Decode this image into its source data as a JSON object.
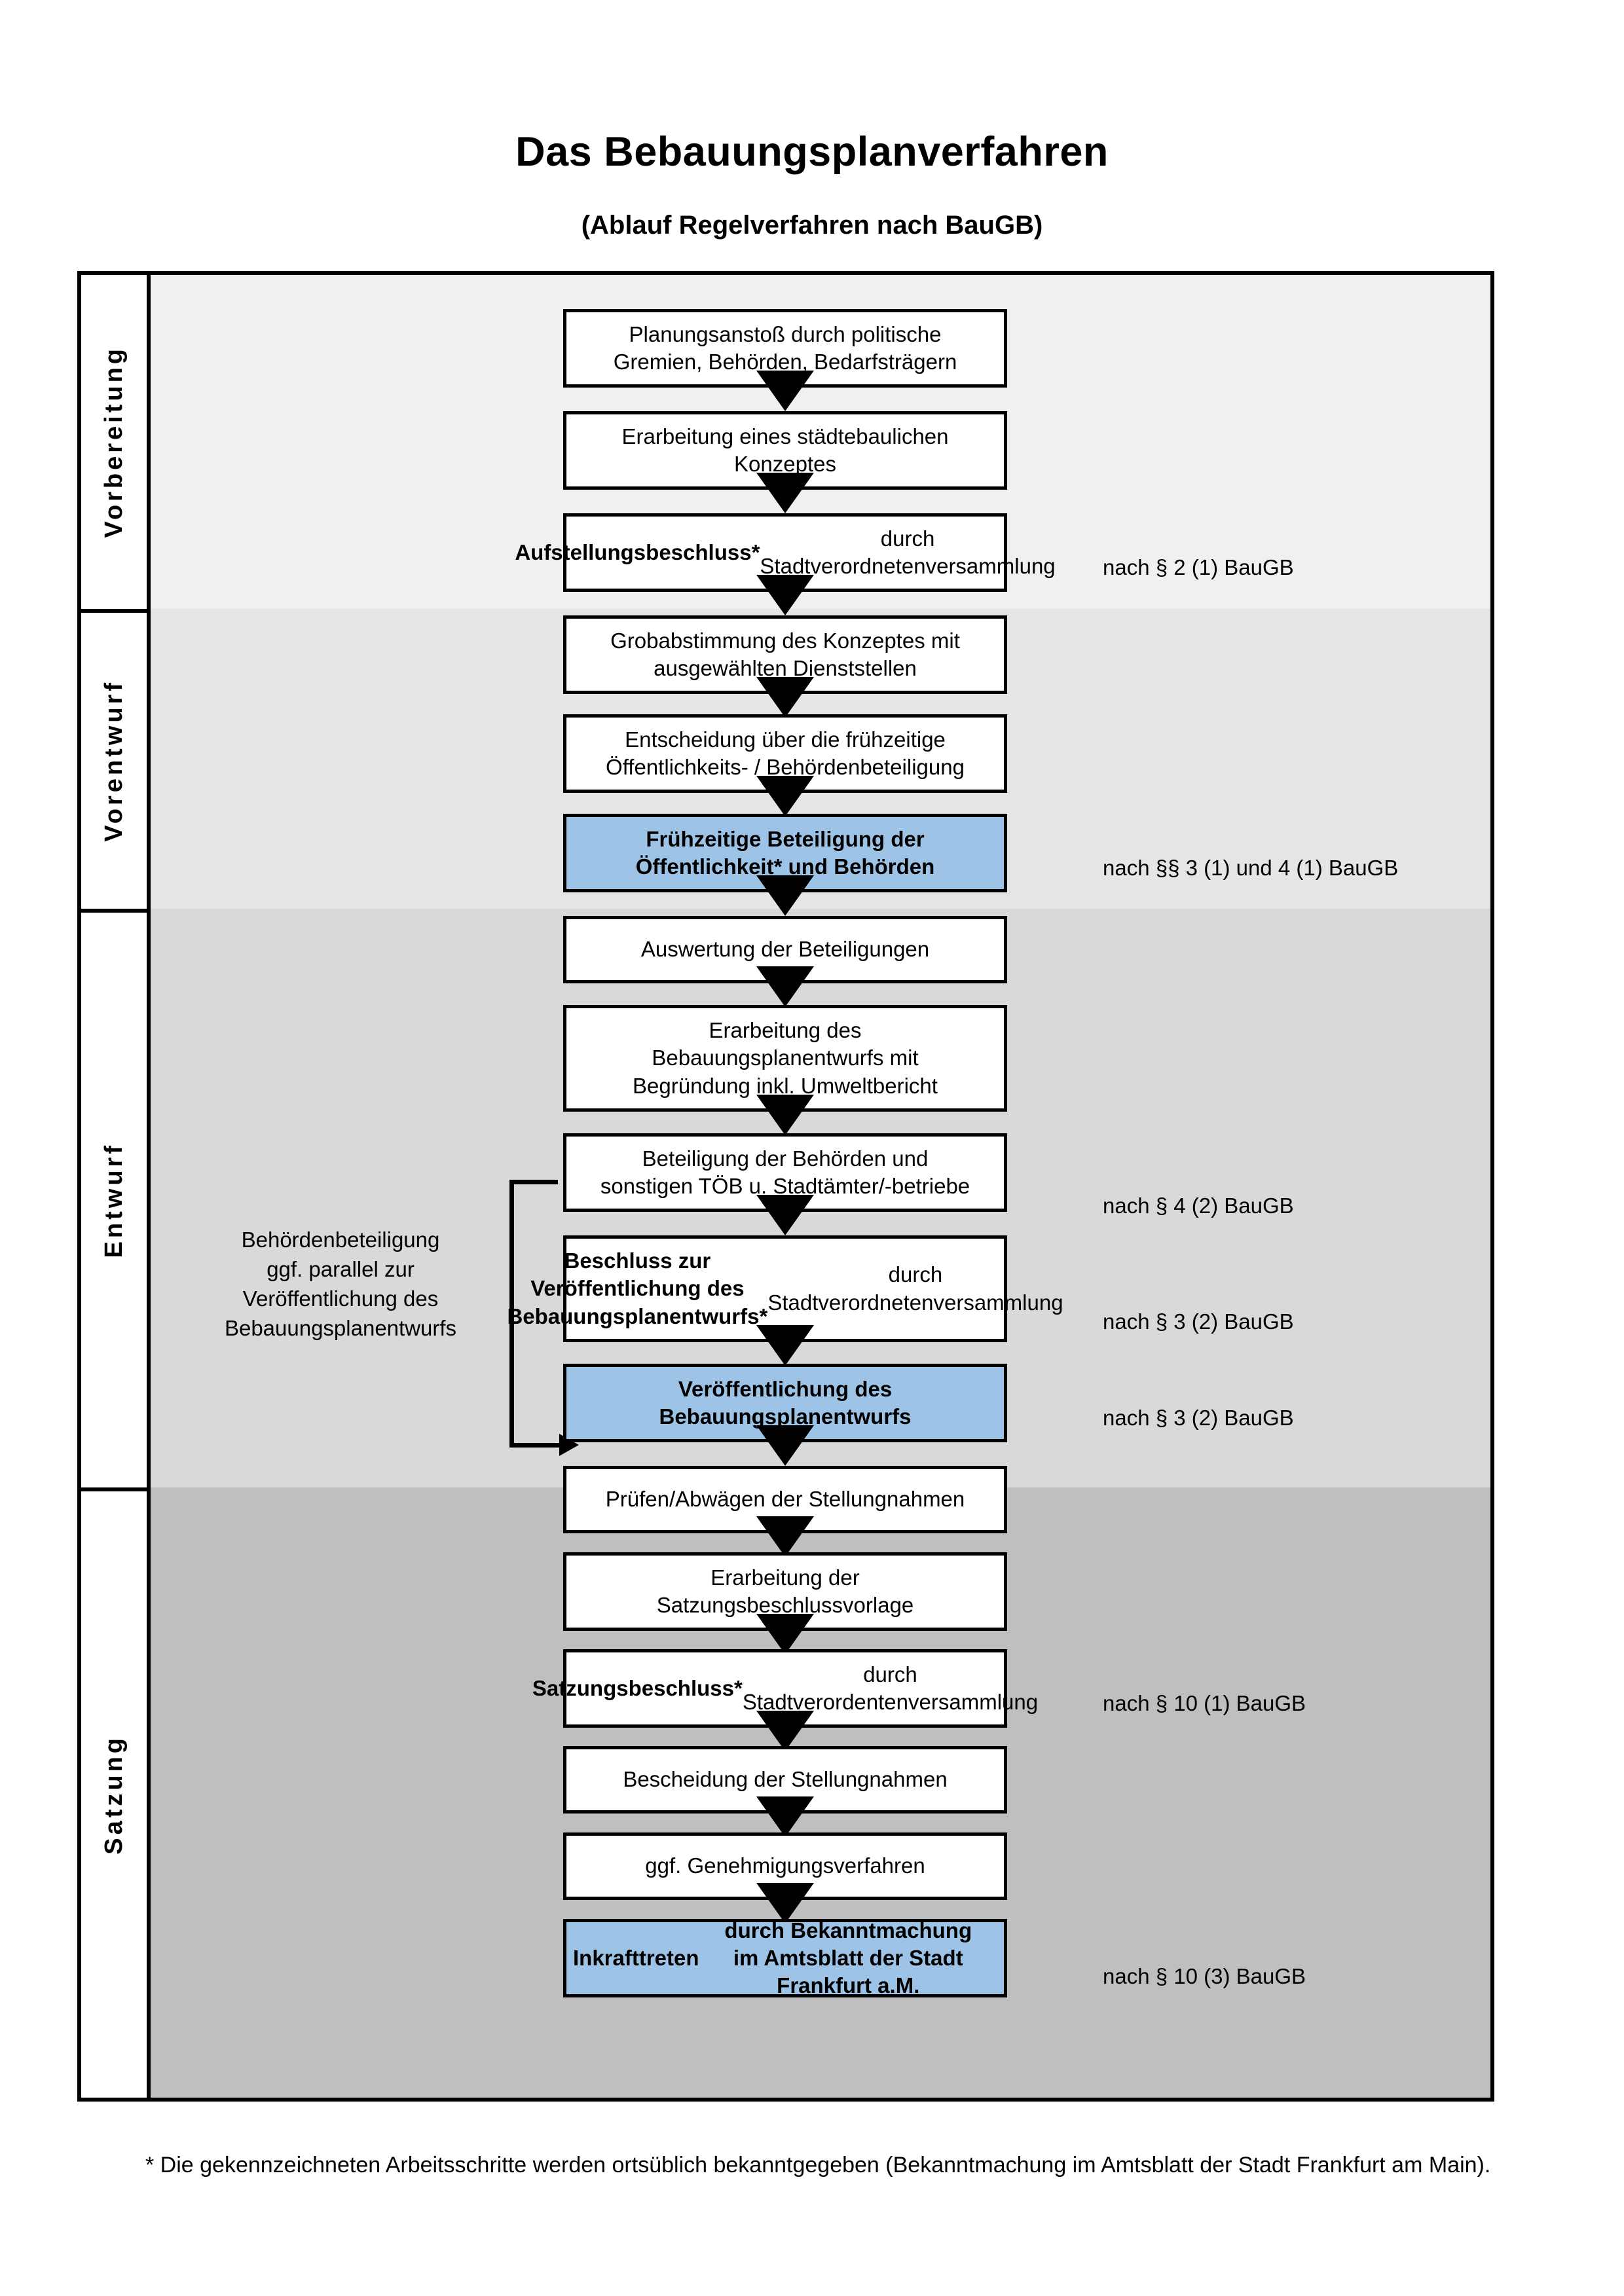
{
  "title": "Das Bebauungsplanverfahren",
  "subtitle": "(Ablauf Regelverfahren nach BauGB)",
  "colors": {
    "highlight_blue": "#9DC3E6",
    "lane_vorbereitung": "#F0F0F0",
    "lane_vorentwurf": "#E5E5E5",
    "lane_entwurf": "#D9D9D9",
    "lane_satzung": "#BFBFBF",
    "border": "#000000"
  },
  "lanes": [
    {
      "label": "Vorbereitung",
      "bg": "#F0F0F0"
    },
    {
      "label": "Vorentwurf",
      "bg": "#E5E5E5"
    },
    {
      "label": "Entwurf",
      "bg": "#D9D9D9"
    },
    {
      "label": "Satzung",
      "bg": "#BFBFBF"
    }
  ],
  "steps": [
    {
      "id": 1,
      "lane": "Vorbereitung",
      "lines": [
        "Planungsanstoß durch politische",
        "Gremien, Behörden, Bedarfsträgern"
      ],
      "bold_prefix": "",
      "highlight": false
    },
    {
      "id": 2,
      "lane": "Vorbereitung",
      "lines": [
        "Erarbeitung eines städtebaulichen",
        "Konzeptes"
      ],
      "bold_prefix": "",
      "highlight": false
    },
    {
      "id": 3,
      "lane": "Vorbereitung",
      "lines": [
        "Aufstellungsbeschluss* durch",
        "Stadtverordnetenversammlung"
      ],
      "bold_prefix": "Aufstellungsbeschluss*",
      "highlight": false
    },
    {
      "id": 4,
      "lane": "Vorentwurf",
      "lines": [
        "Grobabstimmung des Konzeptes mit",
        "ausgewählten Dienststellen"
      ],
      "bold_prefix": "",
      "highlight": false
    },
    {
      "id": 5,
      "lane": "Vorentwurf",
      "lines": [
        "Entscheidung über die frühzeitige",
        "Öffentlichkeits- / Behördenbeteiligung"
      ],
      "bold_prefix": "",
      "highlight": false
    },
    {
      "id": 6,
      "lane": "Vorentwurf",
      "lines": [
        "Frühzeitige Beteiligung der",
        "Öffentlichkeit* und Behörden"
      ],
      "bold_prefix": "ALL",
      "highlight": true
    },
    {
      "id": 7,
      "lane": "Entwurf",
      "lines": [
        "Auswertung der Beteiligungen"
      ],
      "bold_prefix": "",
      "highlight": false
    },
    {
      "id": 8,
      "lane": "Entwurf",
      "lines": [
        "Erarbeitung des",
        "Bebauungsplanentwurfs mit",
        "Begründung inkl. Umweltbericht"
      ],
      "bold_prefix": "",
      "highlight": false
    },
    {
      "id": 9,
      "lane": "Entwurf",
      "lines": [
        "Beteiligung der Behörden und",
        "sonstigen TÖB u. Stadtämter/-betriebe"
      ],
      "bold_prefix": "",
      "highlight": false
    },
    {
      "id": 10,
      "lane": "Entwurf",
      "lines": [
        "Beschluss zur Veröffentlichung des",
        "Bebauungsplanentwurfs* durch",
        "Stadtverordnetenversammlung"
      ],
      "bold_prefix": "Beschluss zur Veröffentlichung des Bebauungsplanentwurfs*",
      "highlight": false
    },
    {
      "id": 11,
      "lane": "Entwurf",
      "lines": [
        "Veröffentlichung des",
        "Bebauungsplanentwurfs"
      ],
      "bold_prefix": "ALL",
      "highlight": true
    },
    {
      "id": 12,
      "lane": "Satzung",
      "lines": [
        "Prüfen/Abwägen der Stellungnahmen"
      ],
      "bold_prefix": "",
      "highlight": false
    },
    {
      "id": 13,
      "lane": "Satzung",
      "lines": [
        "Erarbeitung der",
        "Satzungsbeschlussvorlage"
      ],
      "bold_prefix": "",
      "highlight": false
    },
    {
      "id": 14,
      "lane": "Satzung",
      "lines": [
        "Satzungsbeschluss* durch",
        "Stadtverordentenversammlung"
      ],
      "bold_prefix": "Satzungsbeschluss*",
      "highlight": false
    },
    {
      "id": 15,
      "lane": "Satzung",
      "lines": [
        "Bescheidung der Stellungnahmen"
      ],
      "bold_prefix": "",
      "highlight": false
    },
    {
      "id": 16,
      "lane": "Satzung",
      "lines": [
        "ggf. Genehmigungsverfahren"
      ],
      "bold_prefix": "",
      "highlight": false
    },
    {
      "id": 17,
      "lane": "Satzung",
      "lines": [
        "Inkrafttreten durch Bekanntmachung",
        "im Amtsblatt der Stadt Frankfurt a.M."
      ],
      "bold_prefix": "Inkrafttreten",
      "highlight": true
    }
  ],
  "box_html": {
    "s1": "Planungsanstoß durch politische<br>Gremien, Behörden, Bedarfsträgern",
    "s2": "Erarbeitung eines städtebaulichen<br>Konzeptes",
    "s3": "<b>Aufstellungsbeschluss*</b> durch<br>Stadtverordnetenversammlung",
    "s4": "Grobabstimmung des Konzeptes mit<br>ausgewählten Dienststellen",
    "s5": "Entscheidung über die frühzeitige<br>Öffentlichkeits- / Behördenbeteiligung",
    "s6": "Frühzeitige Beteiligung der<br>Öffentlichkeit* und Behörden",
    "s7": "Auswertung der Beteiligungen",
    "s8": "Erarbeitung des<br>Bebauungsplanentwurfs mit<br>Begründung inkl. Umweltbericht",
    "s9": "Beteiligung der Behörden und<br>sonstigen TÖB u. Stadtämter/-betriebe",
    "s10": "<b>Beschluss zur Veröffentlichung des<br>Bebauungsplanentwurfs*</b> durch<br>Stadtverordnetenversammlung",
    "s11": "Veröffentlichung des<br>Bebauungsplanentwurfs",
    "s12": "Prüfen/Abwägen der Stellungnahmen",
    "s13": "Erarbeitung der<br>Satzungsbeschlussvorlage",
    "s14": "<b>Satzungsbeschluss*</b> durch<br>Stadtverordentenversammlung",
    "s15": "Bescheidung der Stellungnahmen",
    "s16": "ggf. Genehmigungsverfahren",
    "s17": "<b>Inkrafttreten</b> durch Bekanntmachung<br>im Amtsblatt der Stadt Frankfurt a.M."
  },
  "sidenotes": [
    {
      "id": "n1",
      "text": "nach § 2 (1) BauGB",
      "for_step": 3
    },
    {
      "id": "n2",
      "text": "nach §§ 3 (1) und 4 (1) BauGB",
      "for_step": 6
    },
    {
      "id": "n3",
      "text": "nach § 4 (2) BauGB",
      "for_step": 9
    },
    {
      "id": "n4",
      "text": "nach § 3 (2) BauGB",
      "for_step": 10
    },
    {
      "id": "n5",
      "text": "nach § 3 (2) BauGB",
      "for_step": 11
    },
    {
      "id": "n6",
      "text": "nach § 10 (1) BauGB",
      "for_step": 14
    },
    {
      "id": "n7",
      "text": "nach § 10 (3) BauGB",
      "for_step": 17
    }
  ],
  "parallel_note": "Behördenbeteiligung ggf. parallel zur Veröffentlichung des Bebauungsplanentwurfs",
  "parallel_note_html": "Behördenbeteiligung<br>ggf. parallel zur<br>Veröffentlichung des<br>Bebauungsplanentwurfs",
  "footnote": "* Die gekennzeichneten Arbeitsschritte werden ortsüblich bekanntgegeben (Bekanntmachung im Amtsblatt  der Stadt Frankfurt am Main)."
}
